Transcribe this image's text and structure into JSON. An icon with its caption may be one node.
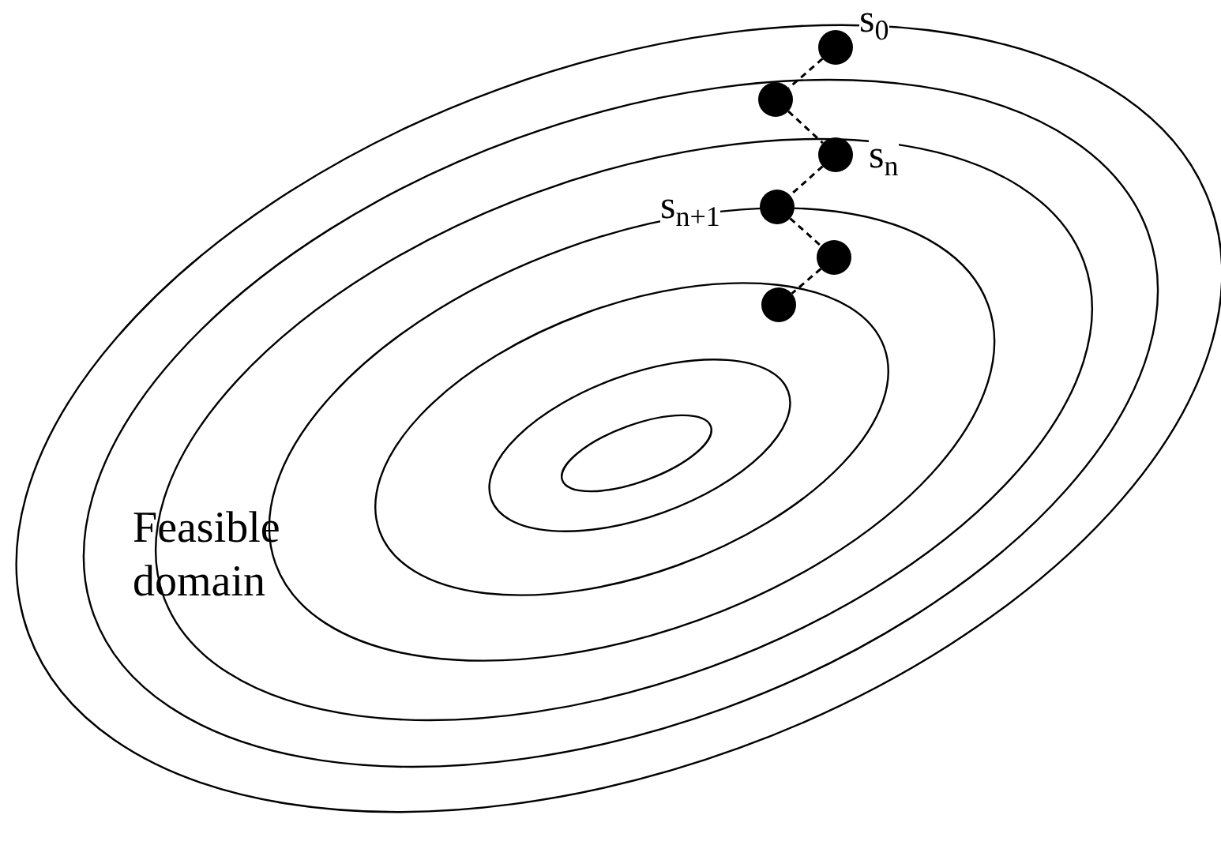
{
  "diagram": {
    "nodes": [
      {
        "text": [],
        "shape": "circle",
        "beside": [
          "s$_{0}$"
        ]
      },
      {
        "text": [],
        "shape": "circle"
      },
      {
        "text": [],
        "shape": "circle",
        "beside": [
          "s$_{n}$"
        ]
      },
      {
        "text": [],
        "shape": "circle",
        "beside": [
          "s$_{n+1}$"
        ]
      },
      {
        "text": [],
        "shape": "circle"
      },
      {
        "text": [],
        "shape": "circle"
      }
    ],
    "edges": [
      {
        "from": 0,
        "to": 1,
        "arrow": "none",
        "style": "dashed"
      },
      {
        "from": 1,
        "to": 2,
        "arrow": "none",
        "style": "dashed"
      },
      {
        "from": 2,
        "to": 3,
        "arrow": "none",
        "style": "dashed"
      },
      {
        "from": 3,
        "to": 4,
        "arrow": "none",
        "style": "dashed"
      },
      {
        "from": 4,
        "to": 5,
        "arrow": "none",
        "style": "dashed"
      }
    ],
    "labels": [
      "Feasible domain"
    ]
  }
}
